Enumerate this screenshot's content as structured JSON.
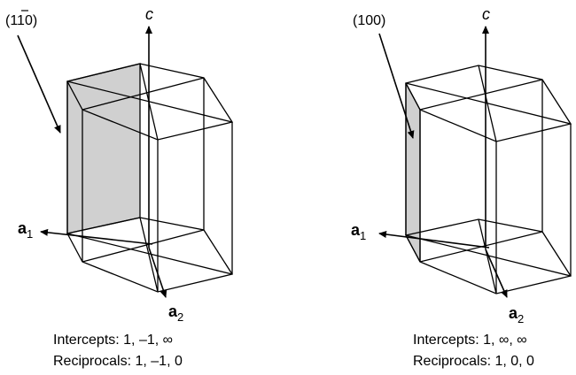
{
  "diagrams": [
    {
      "plane_label": "(11̄0)",
      "plane_h": "1",
      "plane_k": "1",
      "plane_l": "0",
      "axis_c": "c",
      "axis_a1": "a",
      "axis_a1_sub": "1",
      "axis_a2": "a",
      "axis_a2_sub": "2",
      "intercepts": "Intercepts: 1, –1, ∞",
      "reciprocals": "Reciprocals: 1, –1, 0"
    },
    {
      "plane_label": "(100)",
      "axis_c": "c",
      "axis_a1": "a",
      "axis_a1_sub": "1",
      "axis_a2": "a",
      "axis_a2_sub": "2",
      "intercepts": "Intercepts: 1, ∞, ∞",
      "reciprocals": "Reciprocals: 1, 0, 0"
    }
  ],
  "colors": {
    "shade": "#d0d0d0",
    "line": "#000000"
  }
}
